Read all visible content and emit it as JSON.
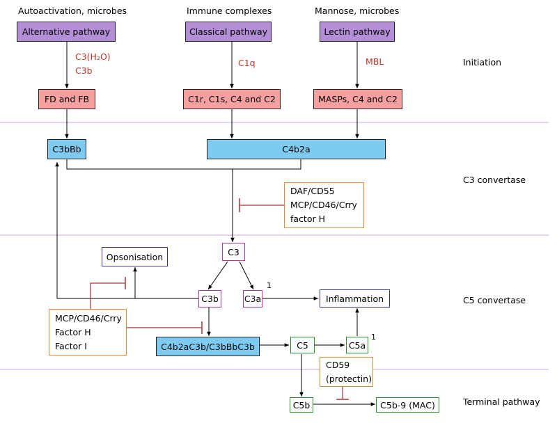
{
  "headers": {
    "alternative": "Autoactivation, microbes",
    "classical": "Immune complexes",
    "lectin": "Mannose, microbes"
  },
  "stages": {
    "initiation": "Initiation",
    "c3_convertase": "C3 convertase",
    "c5_convertase": "C5 convertase",
    "terminal": "Terminal pathway"
  },
  "pathways": {
    "alternative": "Alternative pathway",
    "classical": "Classical pathway",
    "lectin": "Lectin pathway"
  },
  "activators": {
    "alt_line1": "C3(H₂O)",
    "alt_line2": "C3b",
    "classical": "C1q",
    "lectin": "MBL"
  },
  "components": {
    "alt": "FD and FB",
    "classical": "C1r, C1s, C4 and C2",
    "lectin": "MASPs, C4 and C2"
  },
  "convertases": {
    "c3bbb": "C3bBb",
    "c4b2a": "C4b2a",
    "c5_convertase": "C4b2aC3b/C3bBbC3b"
  },
  "molecules": {
    "c3": "C3",
    "c3b": "C3b",
    "c3a": "C3a",
    "c5": "C5",
    "c5a": "C5a",
    "c5b": "C5b",
    "mac": "C5b-9 (MAC)"
  },
  "outcomes": {
    "opsonisation": "Opsonisation",
    "inflammation": "Inflammation"
  },
  "superscripts": {
    "c3a": "1",
    "c5a": "1"
  },
  "regulators": {
    "c3": [
      "DAF/CD55",
      "MCP/CD46/Crry",
      "factor H"
    ],
    "c3b": [
      "MCP/CD46/Crry",
      "Factor H",
      "Factor I"
    ],
    "mac": [
      "CD59",
      "(protectin)"
    ]
  },
  "colors": {
    "purple": "#b48fd8",
    "pink": "#f7a0a0",
    "blue": "#7ecbf1",
    "red_text": "#c0392b",
    "inhibit": "#b03030",
    "divider": "#c9a6e0"
  }
}
